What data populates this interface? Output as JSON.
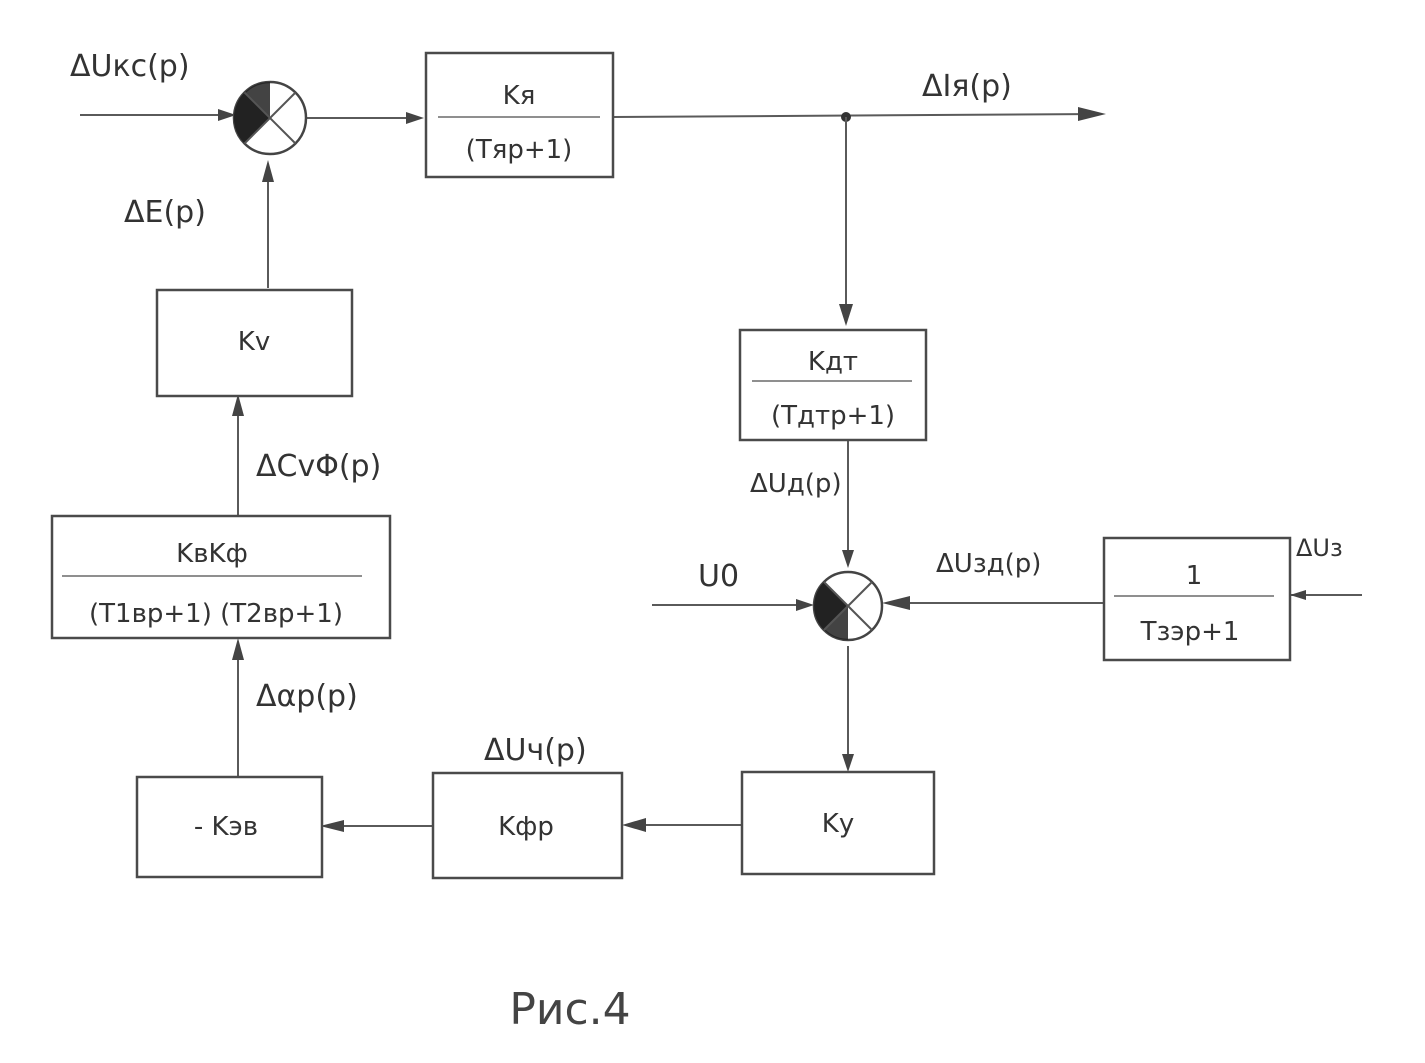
{
  "caption": "Рис.4",
  "blocks": {
    "armature": {
      "num": "Kя",
      "den": "(Tяp+1)"
    },
    "sensor": {
      "num": "Kдт",
      "den": "(Tдтp+1)"
    },
    "reference": {
      "num": "1",
      "den": "Tзэp+1"
    },
    "amplifier": {
      "text": "Kу"
    },
    "phase_shifter": {
      "text": "Kфр"
    },
    "regulator": {
      "text": "- Kэв"
    },
    "exciter": {
      "num": "KвKф",
      "den": "(T1вp+1)  (T2вp+1)"
    },
    "emf": {
      "text": "Kv"
    }
  },
  "signals": {
    "u_kc": "ΔUкс(p)",
    "i_ya": "ΔIя(p)",
    "e": "ΔE(p)",
    "c_phi": "ΔCvΦ(p)",
    "alpha": "Δαр(p)",
    "u_ch": "ΔUч(p)",
    "u_d": "ΔUд(p)",
    "u_0": "U0",
    "u_zad": "ΔUзд(p)",
    "u_z": "ΔUз"
  }
}
